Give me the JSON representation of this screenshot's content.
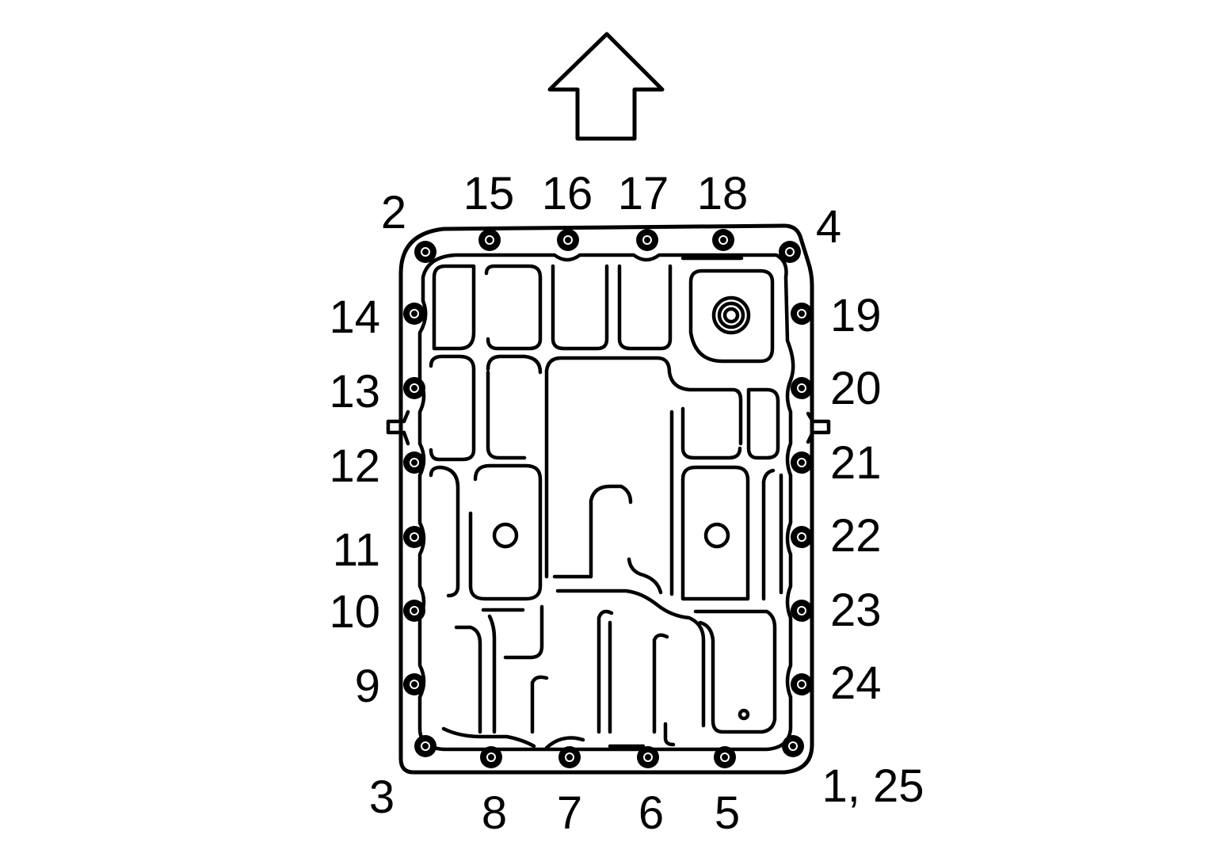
{
  "diagram": {
    "colors": {
      "ink": "#000000",
      "background": "#ffffff"
    },
    "arrow": {
      "icon": "up-arrow-icon"
    },
    "bolts": [
      {
        "id": "b1",
        "label": "1, 25"
      },
      {
        "id": "b2",
        "label": "2"
      },
      {
        "id": "b3",
        "label": "3"
      },
      {
        "id": "b4",
        "label": "4"
      },
      {
        "id": "b5",
        "label": "5"
      },
      {
        "id": "b6",
        "label": "6"
      },
      {
        "id": "b7",
        "label": "7"
      },
      {
        "id": "b8",
        "label": "8"
      },
      {
        "id": "b9",
        "label": "9"
      },
      {
        "id": "b10",
        "label": "10"
      },
      {
        "id": "b11",
        "label": "11"
      },
      {
        "id": "b12",
        "label": "12"
      },
      {
        "id": "b13",
        "label": "13"
      },
      {
        "id": "b14",
        "label": "14"
      },
      {
        "id": "b15",
        "label": "15"
      },
      {
        "id": "b16",
        "label": "16"
      },
      {
        "id": "b17",
        "label": "17"
      },
      {
        "id": "b18",
        "label": "18"
      },
      {
        "id": "b19",
        "label": "19"
      },
      {
        "id": "b20",
        "label": "20"
      },
      {
        "id": "b21",
        "label": "21"
      },
      {
        "id": "b22",
        "label": "22"
      },
      {
        "id": "b23",
        "label": "23"
      },
      {
        "id": "b24",
        "label": "24"
      }
    ]
  }
}
